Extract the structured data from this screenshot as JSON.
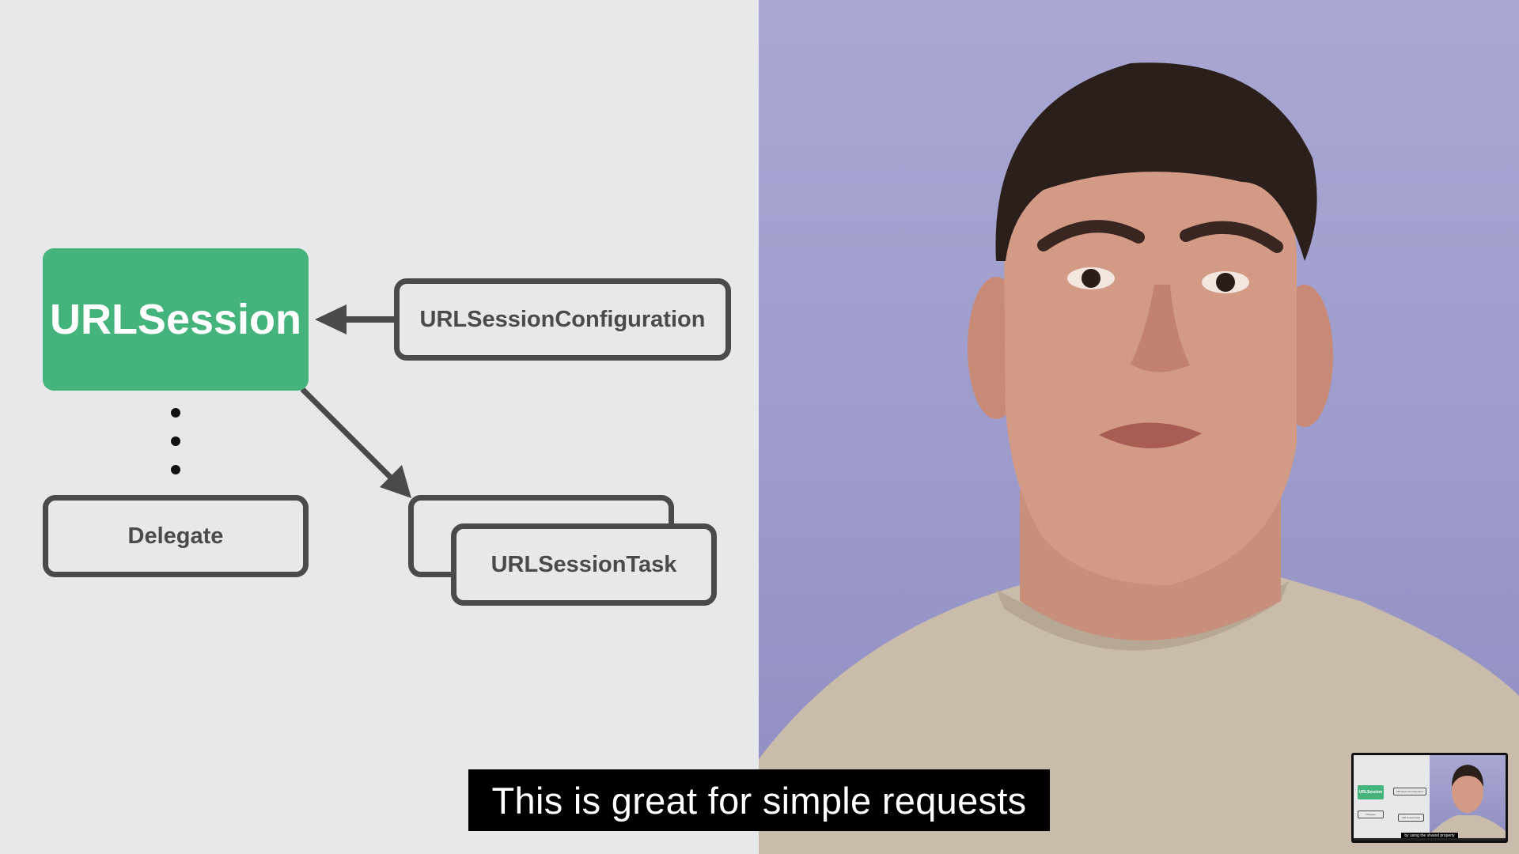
{
  "slide": {
    "session_label": "URLSession",
    "config_label": "URLSessionConfiguration",
    "delegate_label": "Delegate",
    "task_label": "URLSessionTask"
  },
  "caption": {
    "text": "This is great for simple requests"
  },
  "pip": {
    "session_label": "URLSession",
    "config_label": "URLSessionConfiguration",
    "delegate_label": "Delegate",
    "task_label": "URLSessionTask",
    "caption_text": "by using the shared property"
  },
  "colors": {
    "accent_green": "#44b47c",
    "outline_gray": "#4a4a4c",
    "slide_background": "#e7e8e9",
    "video_background": "#a9a7d2",
    "caption_background": "#000000"
  },
  "icons": {
    "arrow_config_to_session": "arrow-left-icon",
    "arrow_session_to_task": "arrow-down-right-icon",
    "ellipsis": "vertical-ellipsis-icon"
  }
}
